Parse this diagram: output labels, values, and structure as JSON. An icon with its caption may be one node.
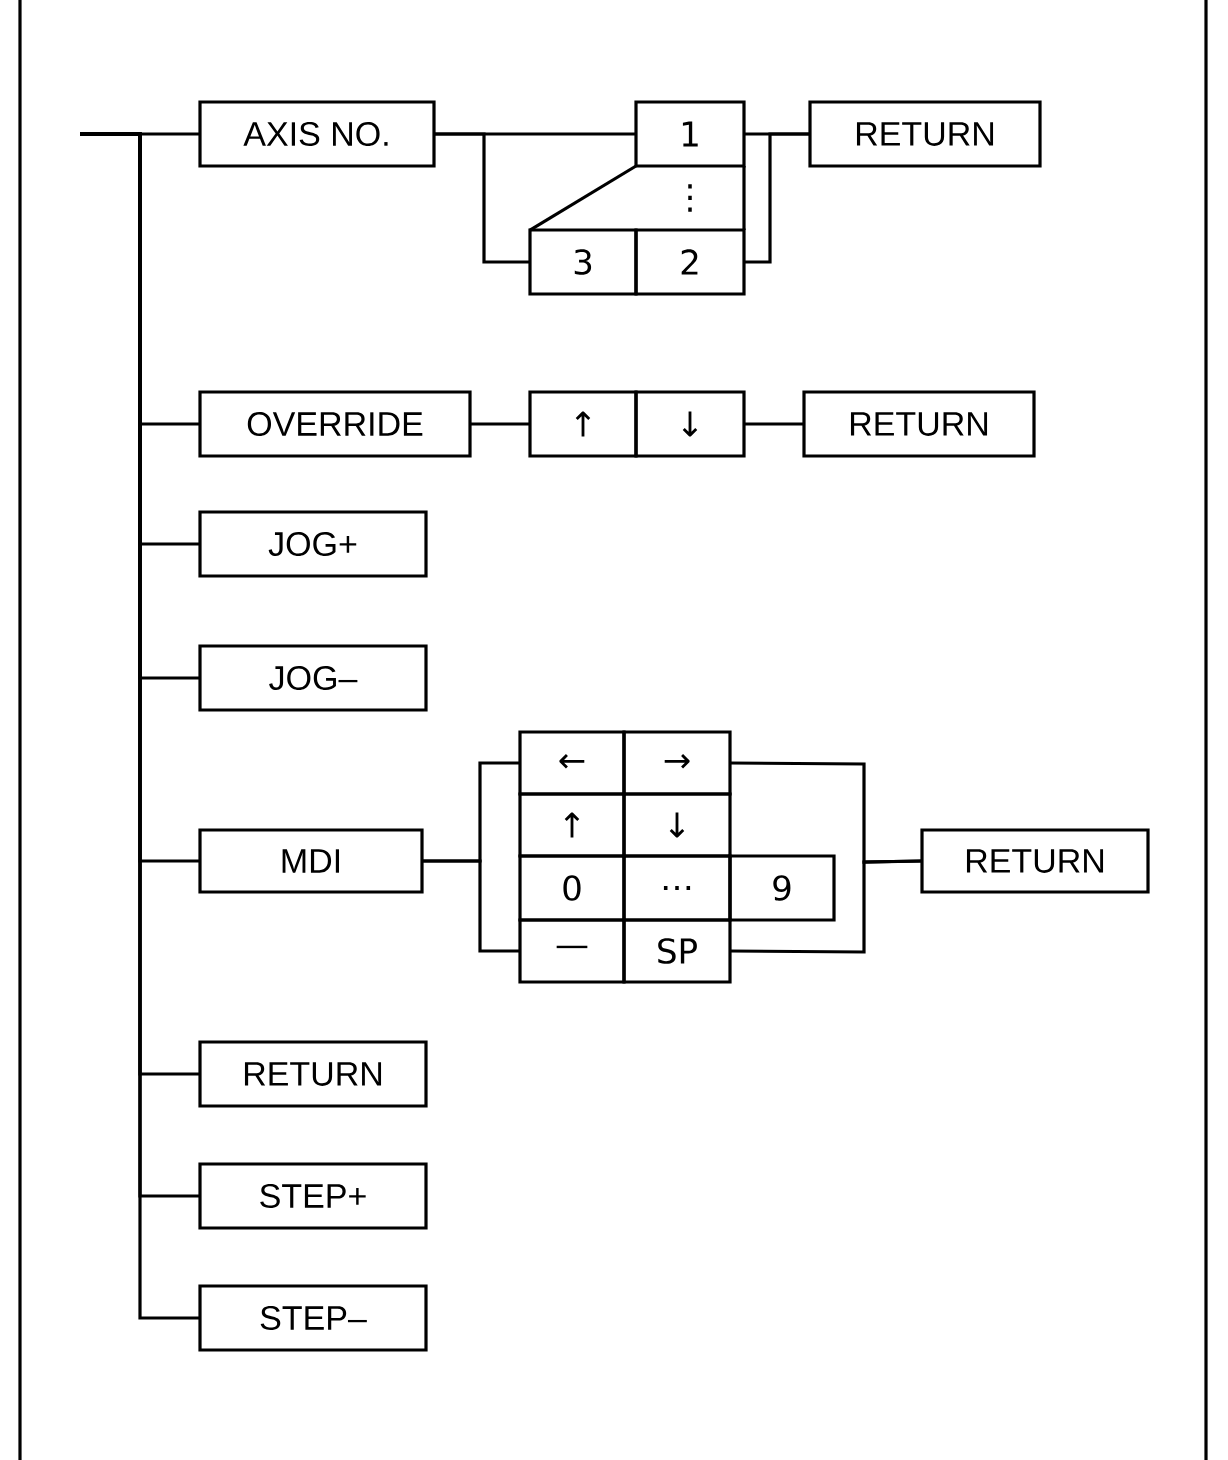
{
  "diagram": {
    "nodes": [
      {
        "text": [
          "AXIS NO."
        ]
      },
      {
        "text": [
          "1"
        ]
      },
      {
        "text": [
          "⋮"
        ]
      },
      {
        "text": [
          "3"
        ]
      },
      {
        "text": [
          "2"
        ]
      },
      {
        "text": [
          "RETURN"
        ]
      },
      {
        "text": [
          "OVERRIDE"
        ]
      },
      {
        "text": [
          "↑"
        ]
      },
      {
        "text": [
          "↓"
        ]
      },
      {
        "text": [
          "RETURN"
        ]
      },
      {
        "text": [
          "JOG+"
        ]
      },
      {
        "text": [
          "JOG–"
        ]
      },
      {
        "text": [
          "MDI"
        ]
      },
      {
        "text": [
          "←"
        ]
      },
      {
        "text": [
          "→"
        ]
      },
      {
        "text": [
          "↑"
        ]
      },
      {
        "text": [
          "↓"
        ]
      },
      {
        "text": [
          "0"
        ]
      },
      {
        "text": [
          "…"
        ]
      },
      {
        "text": [
          "9"
        ]
      },
      {
        "text": [
          "—"
        ]
      },
      {
        "text": [
          "SP"
        ]
      },
      {
        "text": [
          "RETURN"
        ]
      },
      {
        "text": [
          "RETURN"
        ]
      },
      {
        "text": [
          "STEP+"
        ]
      },
      {
        "text": [
          "STEP–"
        ]
      }
    ],
    "edges": [
      {
        "from": null,
        "to": 0,
        "arrow": "none"
      },
      {
        "from": null,
        "to": 6,
        "arrow": "none"
      },
      {
        "from": null,
        "to": 10,
        "arrow": "none"
      },
      {
        "from": null,
        "to": 11,
        "arrow": "none"
      },
      {
        "from": null,
        "to": 12,
        "arrow": "none"
      },
      {
        "from": null,
        "to": 23,
        "arrow": "none"
      },
      {
        "from": null,
        "to": 24,
        "arrow": "none"
      },
      {
        "from": null,
        "to": 25,
        "arrow": "none"
      },
      {
        "from": 0,
        "to": 1,
        "arrow": "none"
      },
      {
        "from": 0,
        "to": 3,
        "arrow": "none"
      },
      {
        "from": 1,
        "to": 5,
        "arrow": "none"
      },
      {
        "from": 4,
        "to": 5,
        "arrow": "none"
      },
      {
        "from": 6,
        "to": 7,
        "arrow": "none"
      },
      {
        "from": 8,
        "to": 9,
        "arrow": "none"
      },
      {
        "from": 12,
        "to": 13,
        "arrow": "none"
      },
      {
        "from": 12,
        "to": 20,
        "arrow": "none"
      },
      {
        "from": 14,
        "to": 22,
        "arrow": "none"
      },
      {
        "from": 21,
        "to": 22,
        "arrow": "none"
      }
    ]
  }
}
